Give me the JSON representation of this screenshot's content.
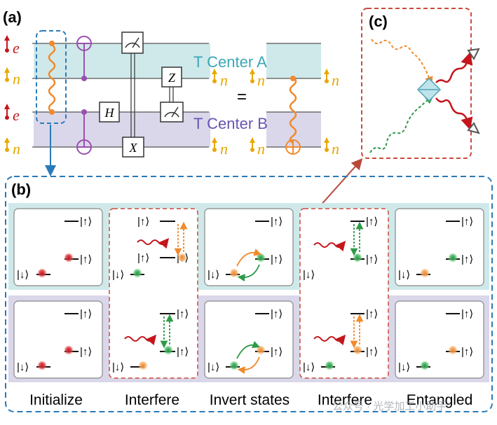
{
  "panels": {
    "a": "(a)",
    "b": "(b)",
    "c": "(c)"
  },
  "circuit": {
    "qubit_labels": [
      "e",
      "n",
      "e",
      "n"
    ],
    "center_a": "T Center A",
    "center_b": "T Center B",
    "gate_h": "H",
    "gate_z": "Z",
    "gate_x": "X",
    "equals": "="
  },
  "states": {
    "up": "|↑⟩",
    "down": "|↓⟩"
  },
  "steps": [
    "Initialize",
    "Interfere",
    "Invert states",
    "Interfere",
    "Entangled"
  ],
  "watermark": "公众号 · 光学加工小助手",
  "colors": {
    "teal_band": "#cfe9ea",
    "lavender_band": "#dad7ea",
    "blue_dash": "#2a7ab8",
    "red_dash": "#c84b3c",
    "orange": "#f08a2c",
    "green": "#2e9a48",
    "red": "#c4161c",
    "purple": "#9b4fb0",
    "gold": "#e9a800"
  }
}
